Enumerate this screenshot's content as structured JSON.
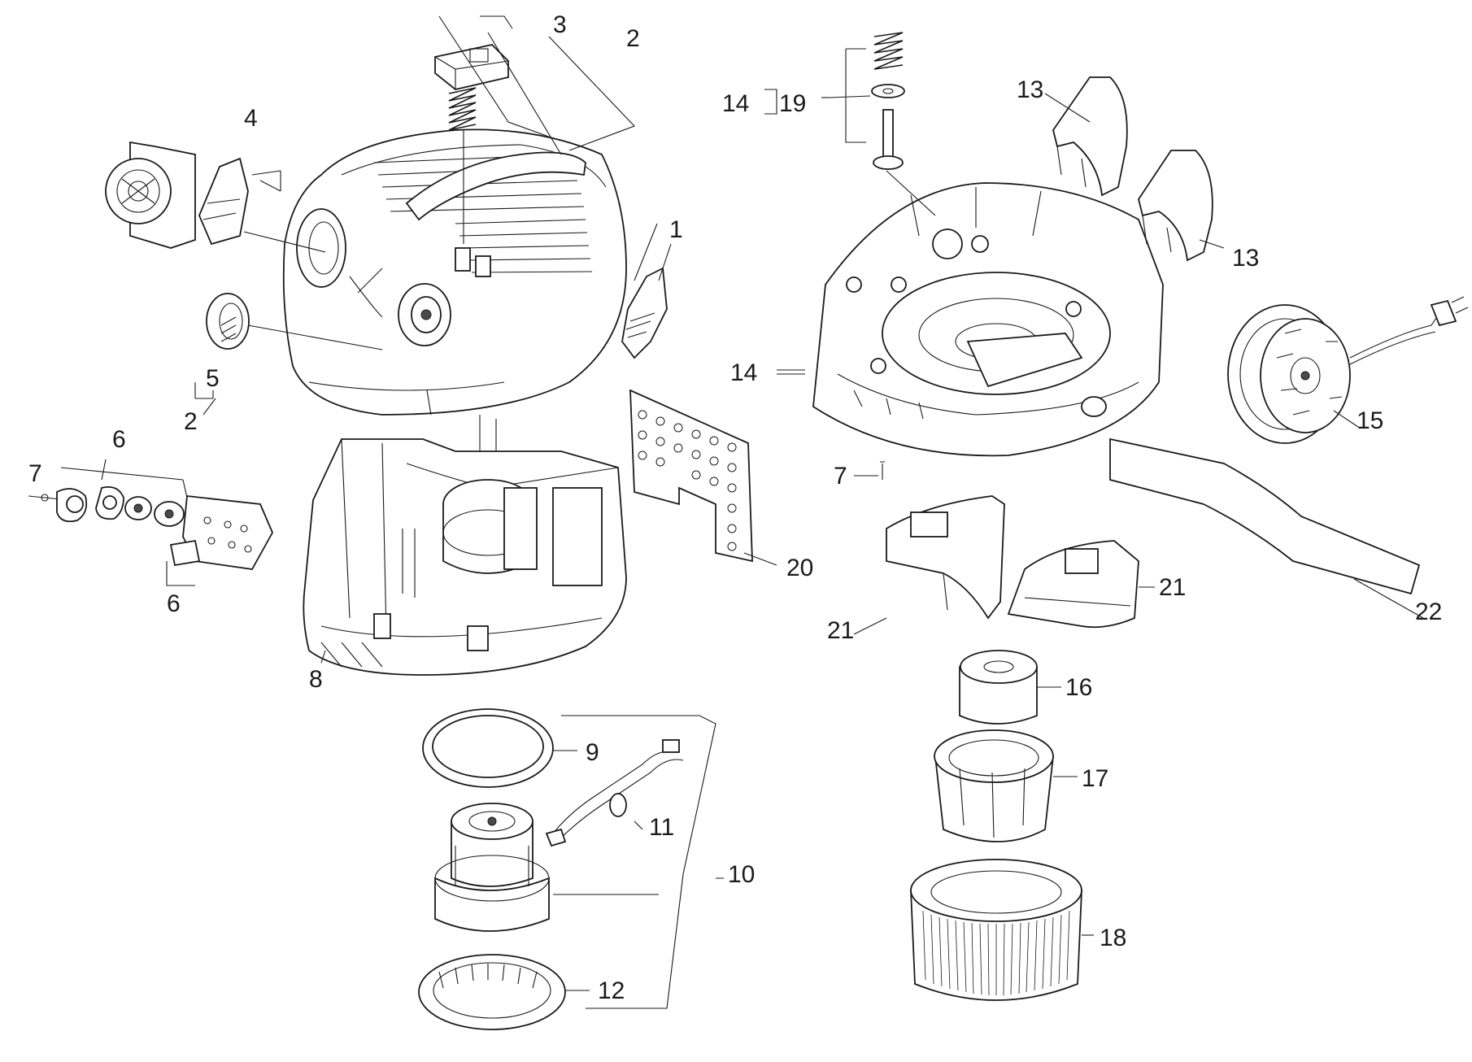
{
  "labels": {
    "l1": "1",
    "l2a": "2",
    "l2b": "2",
    "l3": "3",
    "l4": "4",
    "l5": "5",
    "l6a": "6",
    "l6b": "6",
    "l7a": "7",
    "l7b": "7",
    "l8": "8",
    "l9": "9",
    "l10": "10",
    "l11": "11",
    "l12": "12",
    "l13a": "13",
    "l13b": "13",
    "l14a": "14",
    "l14b": "14",
    "l15": "15",
    "l16": "16",
    "l17": "17",
    "l18": "18",
    "l19": "19",
    "l20": "20",
    "l21a": "21",
    "l21b": "21",
    "l22": "22"
  }
}
